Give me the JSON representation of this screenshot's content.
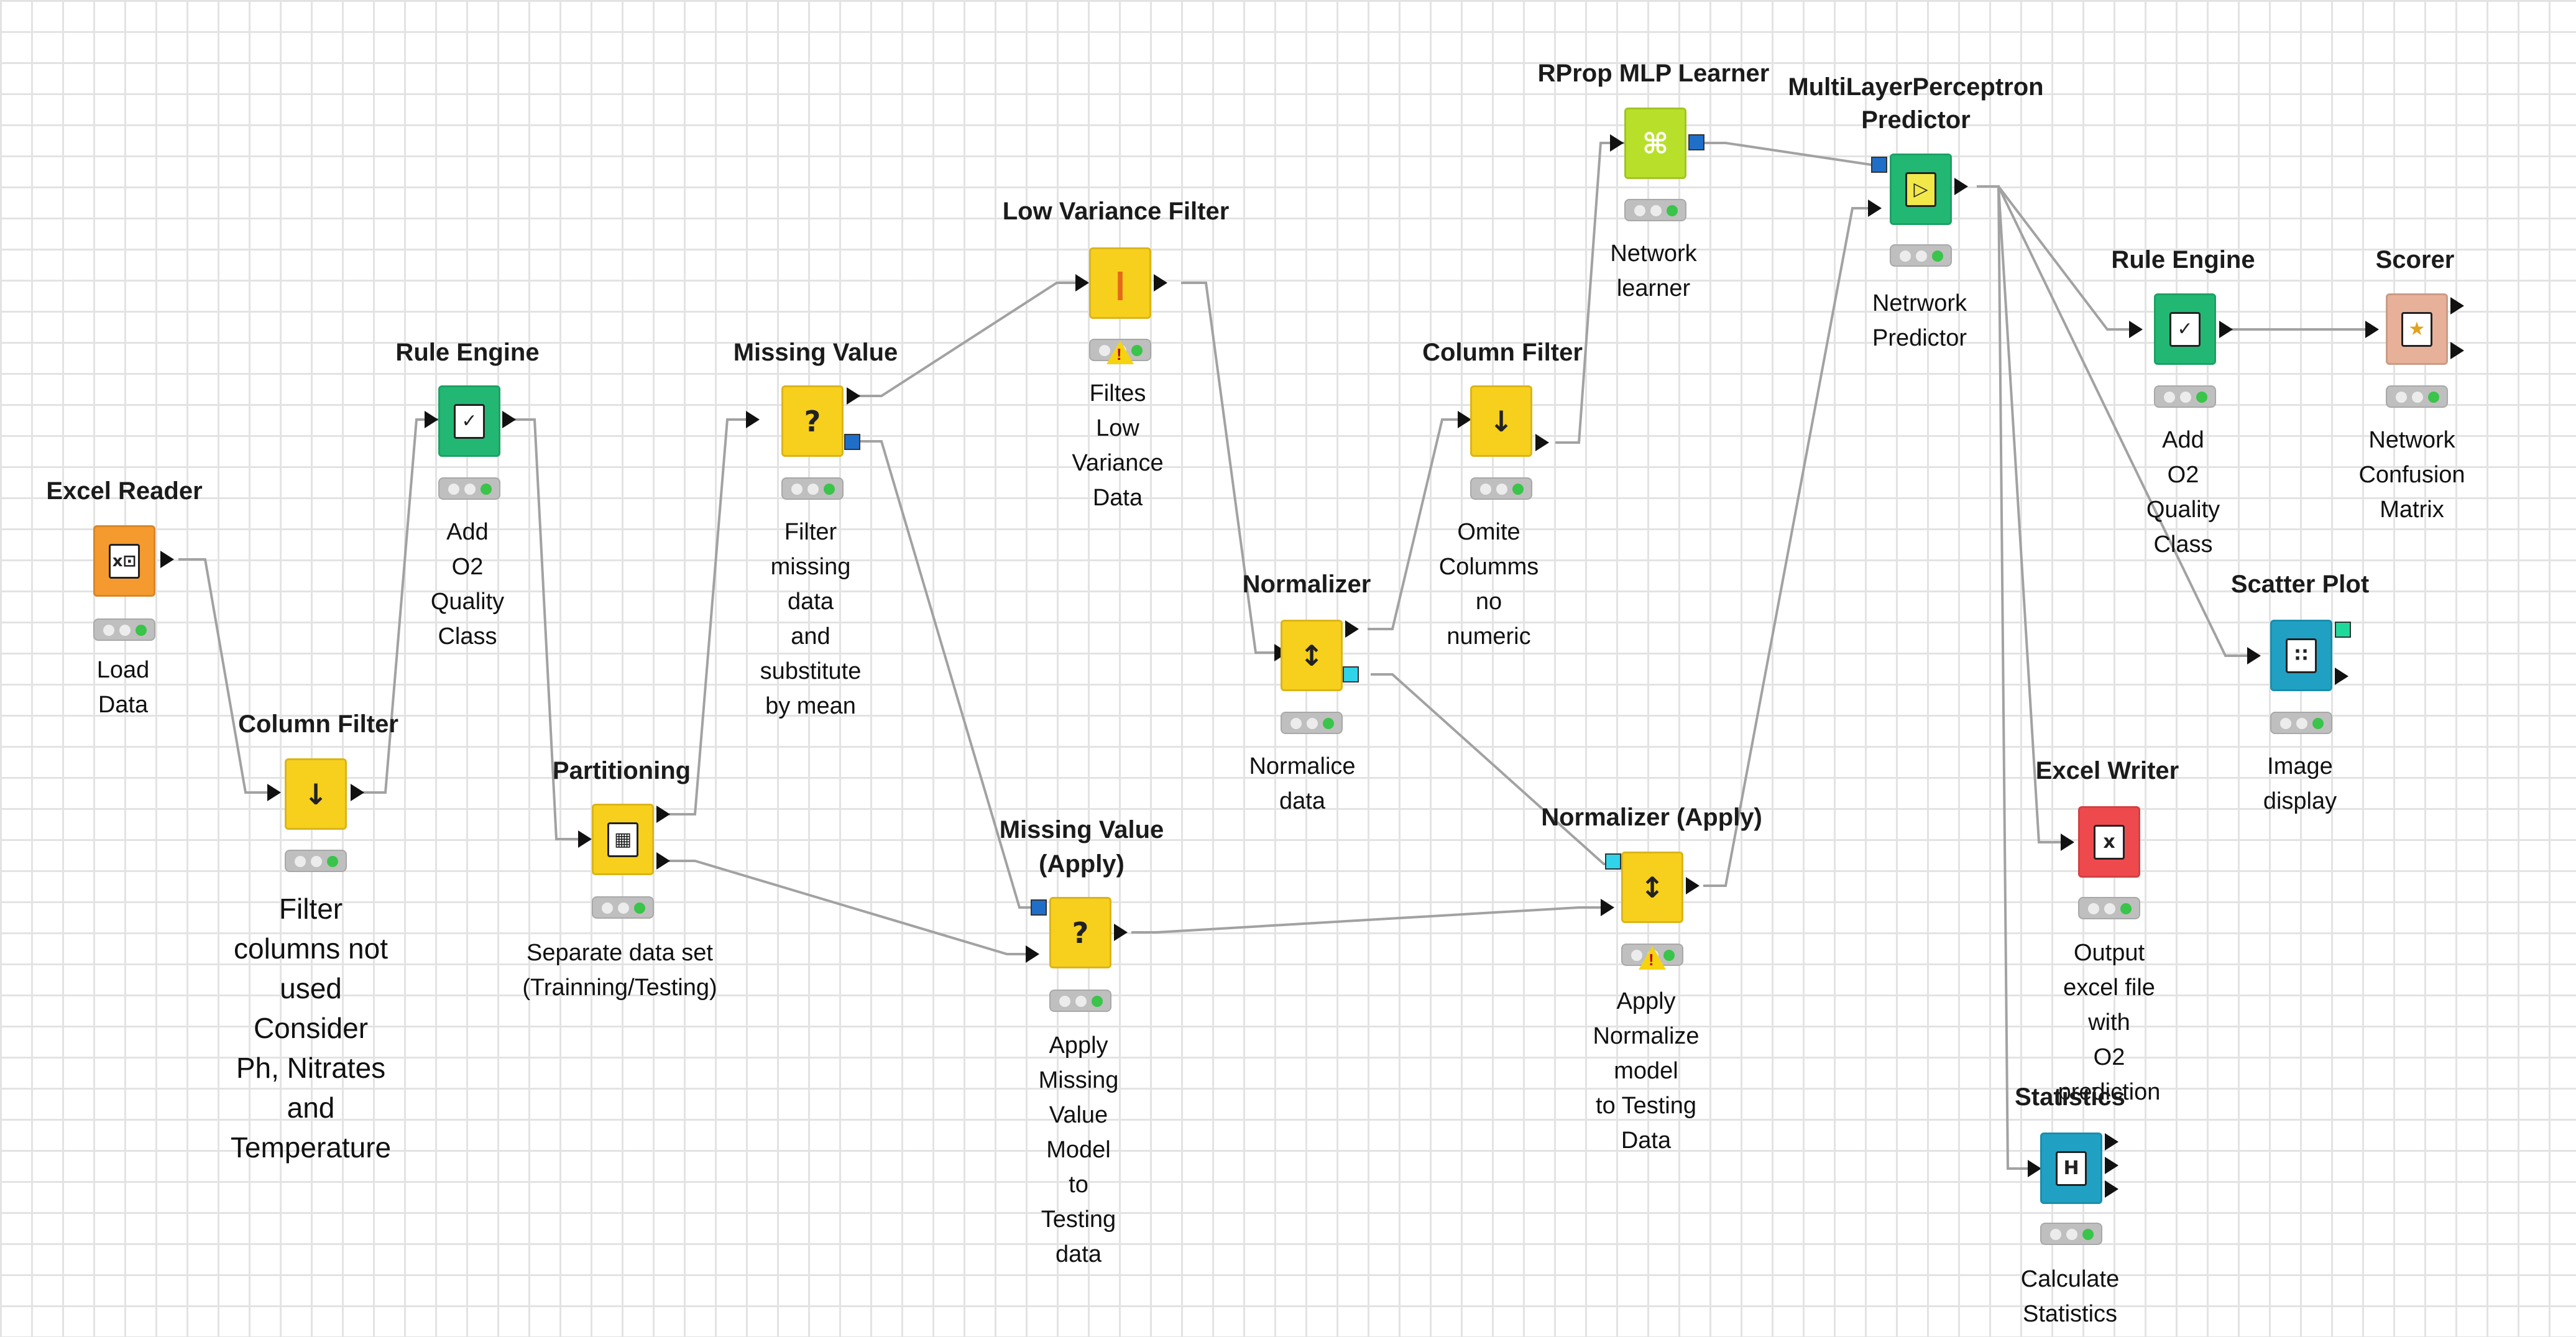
{
  "colors": {
    "manipulator": "#f7cf1d",
    "rule_engine": "#22b873",
    "source": "#f59a2e",
    "sink": "#ee4a4e",
    "learner": "#b8e02a",
    "predictor": "#22b873",
    "visualizer": "#20a1c4",
    "scorer": "#e7b199",
    "model_port_blue": "#1f6fc9",
    "model_port_cyan": "#2fd3ea",
    "image_port_green": "#1ed99a",
    "status_ok": "#39c44a",
    "wire": "#a2a2a2"
  },
  "nodes": {
    "excel_reader": {
      "title": "Excel Reader",
      "label": "Load Data",
      "icon": "excel-reader-icon"
    },
    "column_filter_1": {
      "title": "Column Filter",
      "label": "Filter columns not used\nConsider Ph, Nitrates and\nTemperature",
      "icon": "column-filter-icon"
    },
    "rule_engine_1": {
      "title": "Rule Engine",
      "label": "Add O2 Quality Class",
      "icon": "rule-engine-icon"
    },
    "partitioning": {
      "title": "Partitioning",
      "label": "Separate data set\n(Trainning/Testing)",
      "icon": "partitioning-icon"
    },
    "missing_value": {
      "title": "Missing Value",
      "label": "Filter missing data\nand substitute by mean",
      "icon": "missing-value-icon"
    },
    "low_variance_filter": {
      "title": "Low Variance Filter",
      "label": "Filtes Low Variance Data",
      "icon": "low-variance-icon"
    },
    "missing_value_apply": {
      "title_line1": "Missing Value",
      "title_line2": "(Apply)",
      "label": "Apply Missing Value Model to Testing data",
      "icon": "missing-value-apply-icon"
    },
    "normalizer": {
      "title": "Normalizer",
      "label": "Normalice data",
      "icon": "normalizer-icon"
    },
    "column_filter_2": {
      "title": "Column Filter",
      "label": "Omite Columms no numeric",
      "icon": "column-filter-icon"
    },
    "rprop_mlp_learner": {
      "title": "RProp MLP Learner",
      "label": "Network learner",
      "icon": "neural-network-icon"
    },
    "normalizer_apply": {
      "title": "Normalizer (Apply)",
      "label": "Apply Normalize model\nto Testing Data",
      "icon": "normalizer-apply-icon"
    },
    "mlp_predictor": {
      "title_line1": "MultiLayerPerceptron",
      "title_line2": "Predictor",
      "label": "Netrwork Predictor",
      "icon": "predictor-icon"
    },
    "rule_engine_2": {
      "title": "Rule Engine",
      "label": "Add O2 Quality Class",
      "icon": "rule-engine-icon"
    },
    "scorer": {
      "title": "Scorer",
      "label": "Network Confusion\nMatrix",
      "icon": "scorer-icon"
    },
    "scatter_plot": {
      "title": "Scatter Plot",
      "label": "Image  display",
      "icon": "scatter-plot-icon"
    },
    "excel_writer": {
      "title": "Excel Writer",
      "label": "Output excel file with\nO2 prediction",
      "icon": "excel-writer-icon"
    },
    "statistics": {
      "title": "Statistics",
      "label": "Calculate Statistics",
      "icon": "statistics-icon"
    }
  },
  "icons": {
    "excel_reader": "x⊡",
    "column_filter": "↓",
    "rule_engine": "✓",
    "partitioning": "▦",
    "missing_value": "?",
    "low_variance": "❙",
    "missing_value_apply": "?",
    "normalizer": "↕",
    "neural_network": "⌘",
    "normalizer_apply": "↕",
    "predictor": "▷",
    "scorer": "★",
    "scatter_plot": "∷",
    "excel_writer": "x",
    "statistics": "H",
    "warning": "!"
  }
}
